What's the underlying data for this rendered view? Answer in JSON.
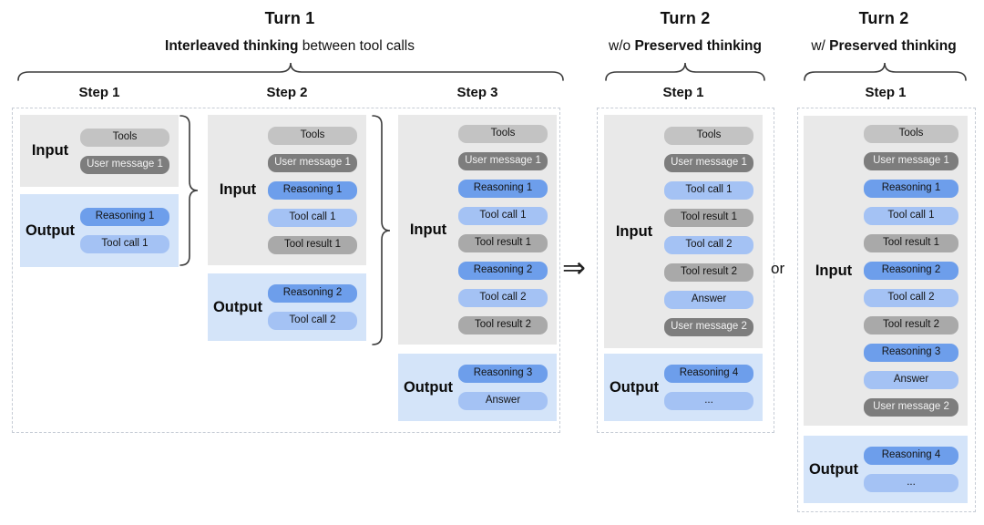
{
  "colors": {
    "reasoning": "#6d9eeb",
    "toolcall": "#a4c2f4",
    "tools": "#c3c3c3",
    "result": "#a9a9a9",
    "user": "#7d7d7d",
    "user_text": "#f2f2f2",
    "input_bg": "#e9e9e9",
    "output_bg": "#d4e4f9",
    "dash_border": "#c6ccd5"
  },
  "headers": {
    "turn1": {
      "title": "Turn 1",
      "subtitle_bold": "Interleaved thinking",
      "subtitle_rest": " between tool calls"
    },
    "turn2a": {
      "title": "Turn 2",
      "subtitle_prefix": "w/o ",
      "subtitle_bold": "Preserved thinking"
    },
    "turn2b": {
      "title": "Turn 2",
      "subtitle_prefix": "w/ ",
      "subtitle_bold": "Preserved thinking"
    }
  },
  "labels": {
    "input": "Input",
    "output": "Output",
    "or": "or",
    "arrow": "⇒"
  },
  "columns": [
    {
      "id": "turn1-step1",
      "step": "Step 1",
      "input": [
        {
          "label": "Tools",
          "type": "tools"
        },
        {
          "label": "User message 1",
          "type": "user"
        }
      ],
      "output": [
        {
          "label": "Reasoning 1",
          "type": "reasoning"
        },
        {
          "label": "Tool call 1",
          "type": "toolcall"
        }
      ]
    },
    {
      "id": "turn1-step2",
      "step": "Step 2",
      "input": [
        {
          "label": "Tools",
          "type": "tools"
        },
        {
          "label": "User message 1",
          "type": "user"
        },
        {
          "label": "Reasoning 1",
          "type": "reasoning"
        },
        {
          "label": "Tool call 1",
          "type": "toolcall"
        },
        {
          "label": "Tool result 1",
          "type": "result"
        }
      ],
      "output": [
        {
          "label": "Reasoning 2",
          "type": "reasoning"
        },
        {
          "label": "Tool call 2",
          "type": "toolcall"
        }
      ]
    },
    {
      "id": "turn1-step3",
      "step": "Step 3",
      "input": [
        {
          "label": "Tools",
          "type": "tools"
        },
        {
          "label": "User message 1",
          "type": "user"
        },
        {
          "label": "Reasoning 1",
          "type": "reasoning"
        },
        {
          "label": "Tool call 1",
          "type": "toolcall"
        },
        {
          "label": "Tool result 1",
          "type": "result"
        },
        {
          "label": "Reasoning 2",
          "type": "reasoning"
        },
        {
          "label": "Tool call 2",
          "type": "toolcall"
        },
        {
          "label": "Tool result 2",
          "type": "result"
        }
      ],
      "output": [
        {
          "label": "Reasoning 3",
          "type": "reasoning"
        },
        {
          "label": "Answer",
          "type": "answer"
        }
      ]
    },
    {
      "id": "turn2-without-preserved-step1",
      "step": "Step 1",
      "input": [
        {
          "label": "Tools",
          "type": "tools"
        },
        {
          "label": "User message 1",
          "type": "user"
        },
        {
          "label": "Tool call 1",
          "type": "toolcall"
        },
        {
          "label": "Tool result 1",
          "type": "result"
        },
        {
          "label": "Tool call 2",
          "type": "toolcall"
        },
        {
          "label": "Tool result 2",
          "type": "result"
        },
        {
          "label": "Answer",
          "type": "answer"
        },
        {
          "label": "User message 2",
          "type": "user"
        }
      ],
      "output": [
        {
          "label": "Reasoning 4",
          "type": "reasoning"
        },
        {
          "label": "...",
          "type": "ellipsis"
        }
      ]
    },
    {
      "id": "turn2-with-preserved-step1",
      "step": "Step 1",
      "input": [
        {
          "label": "Tools",
          "type": "tools"
        },
        {
          "label": "User message 1",
          "type": "user"
        },
        {
          "label": "Reasoning 1",
          "type": "reasoning"
        },
        {
          "label": "Tool call 1",
          "type": "toolcall"
        },
        {
          "label": "Tool result 1",
          "type": "result"
        },
        {
          "label": "Reasoning 2",
          "type": "reasoning"
        },
        {
          "label": "Tool call 2",
          "type": "toolcall"
        },
        {
          "label": "Tool result 2",
          "type": "result"
        },
        {
          "label": "Reasoning 3",
          "type": "reasoning"
        },
        {
          "label": "Answer",
          "type": "answer"
        },
        {
          "label": "User message 2",
          "type": "user"
        }
      ],
      "output": [
        {
          "label": "Reasoning 4",
          "type": "reasoning"
        },
        {
          "label": "...",
          "type": "ellipsis"
        }
      ]
    }
  ]
}
